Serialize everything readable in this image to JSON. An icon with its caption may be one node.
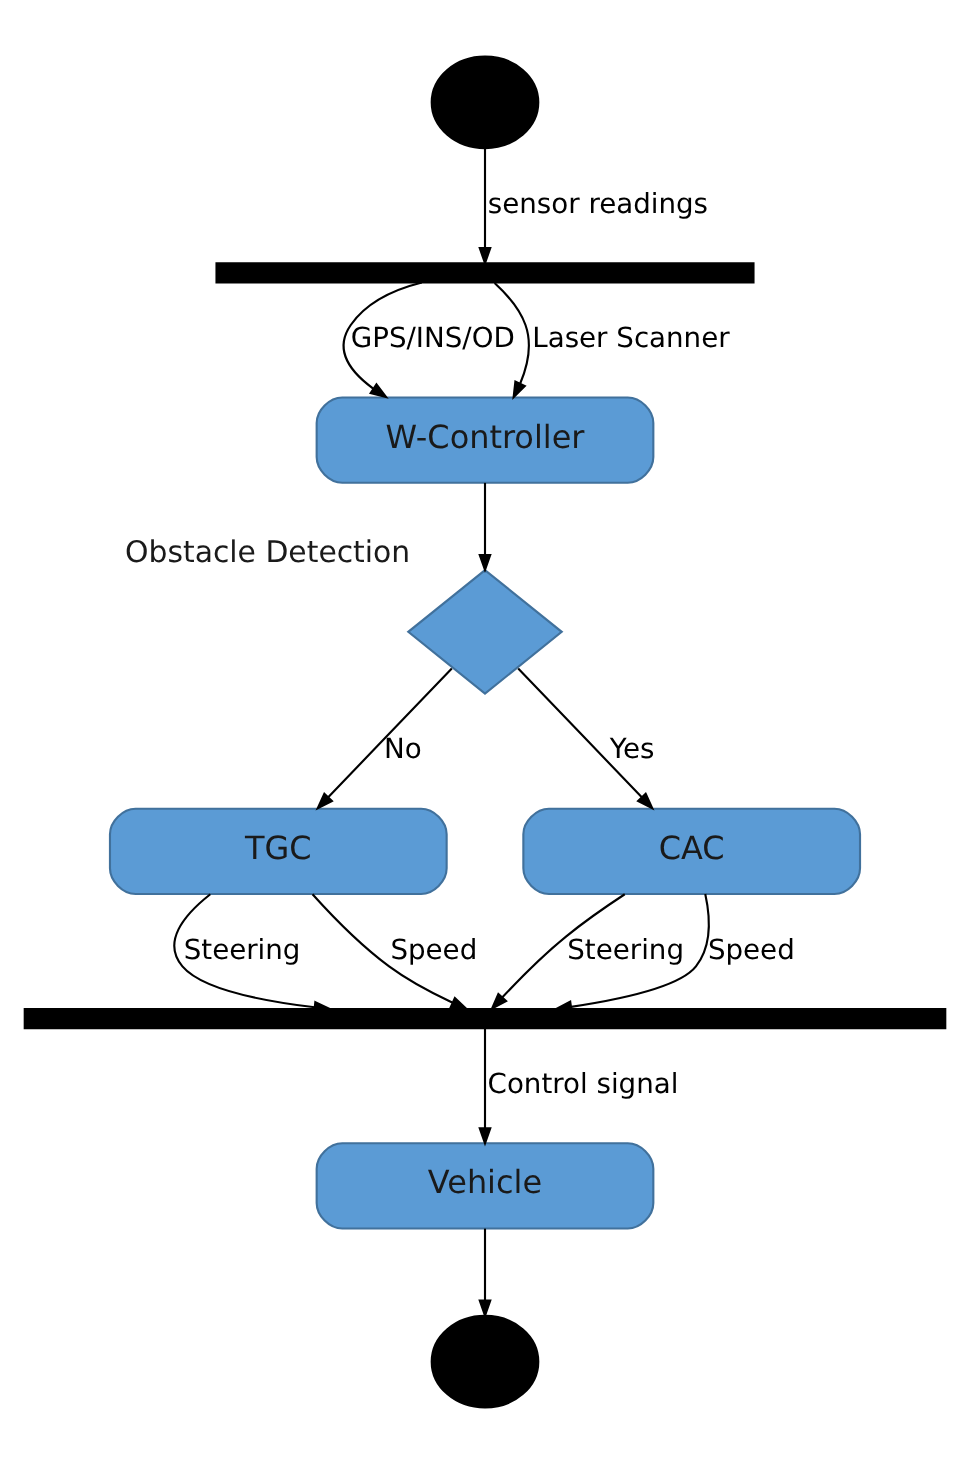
{
  "diagram": {
    "nodes": [
      {
        "text": [],
        "shape": "circle"
      },
      {
        "text": [],
        "shape": "bar"
      },
      {
        "text": [
          "W-Controller"
        ]
      },
      {
        "text": [],
        "shape": "diamond",
        "beside": [
          "Obstacle Detection"
        ]
      },
      {
        "text": [
          "TGC"
        ]
      },
      {
        "text": [
          "CAC"
        ]
      },
      {
        "text": [],
        "shape": "bar"
      },
      {
        "text": [
          "Vehicle"
        ]
      },
      {
        "text": [],
        "shape": "circle"
      }
    ],
    "edges": [
      {
        "from": 0,
        "to": 1,
        "arrow": "to",
        "label": "sensor readings"
      },
      {
        "from": 1,
        "to": 2,
        "arrow": "to",
        "label": "GPS/INS/OD"
      },
      {
        "from": 1,
        "to": 2,
        "arrow": "to",
        "label": "Laser Scanner"
      },
      {
        "from": 2,
        "to": 3,
        "arrow": "to"
      },
      {
        "from": 3,
        "to": 4,
        "arrow": "to",
        "label": "No"
      },
      {
        "from": 3,
        "to": 5,
        "arrow": "to",
        "label": "Yes"
      },
      {
        "from": 4,
        "to": 6,
        "arrow": "to",
        "label": "Steering"
      },
      {
        "from": 4,
        "to": 6,
        "arrow": "to",
        "label": "Speed"
      },
      {
        "from": 5,
        "to": 6,
        "arrow": "to",
        "label": "Steering"
      },
      {
        "from": 5,
        "to": 6,
        "arrow": "to",
        "label": "Speed"
      },
      {
        "from": 6,
        "to": 7,
        "arrow": "to",
        "label": "Control signal"
      },
      {
        "from": 7,
        "to": 8,
        "arrow": "to"
      }
    ]
  }
}
